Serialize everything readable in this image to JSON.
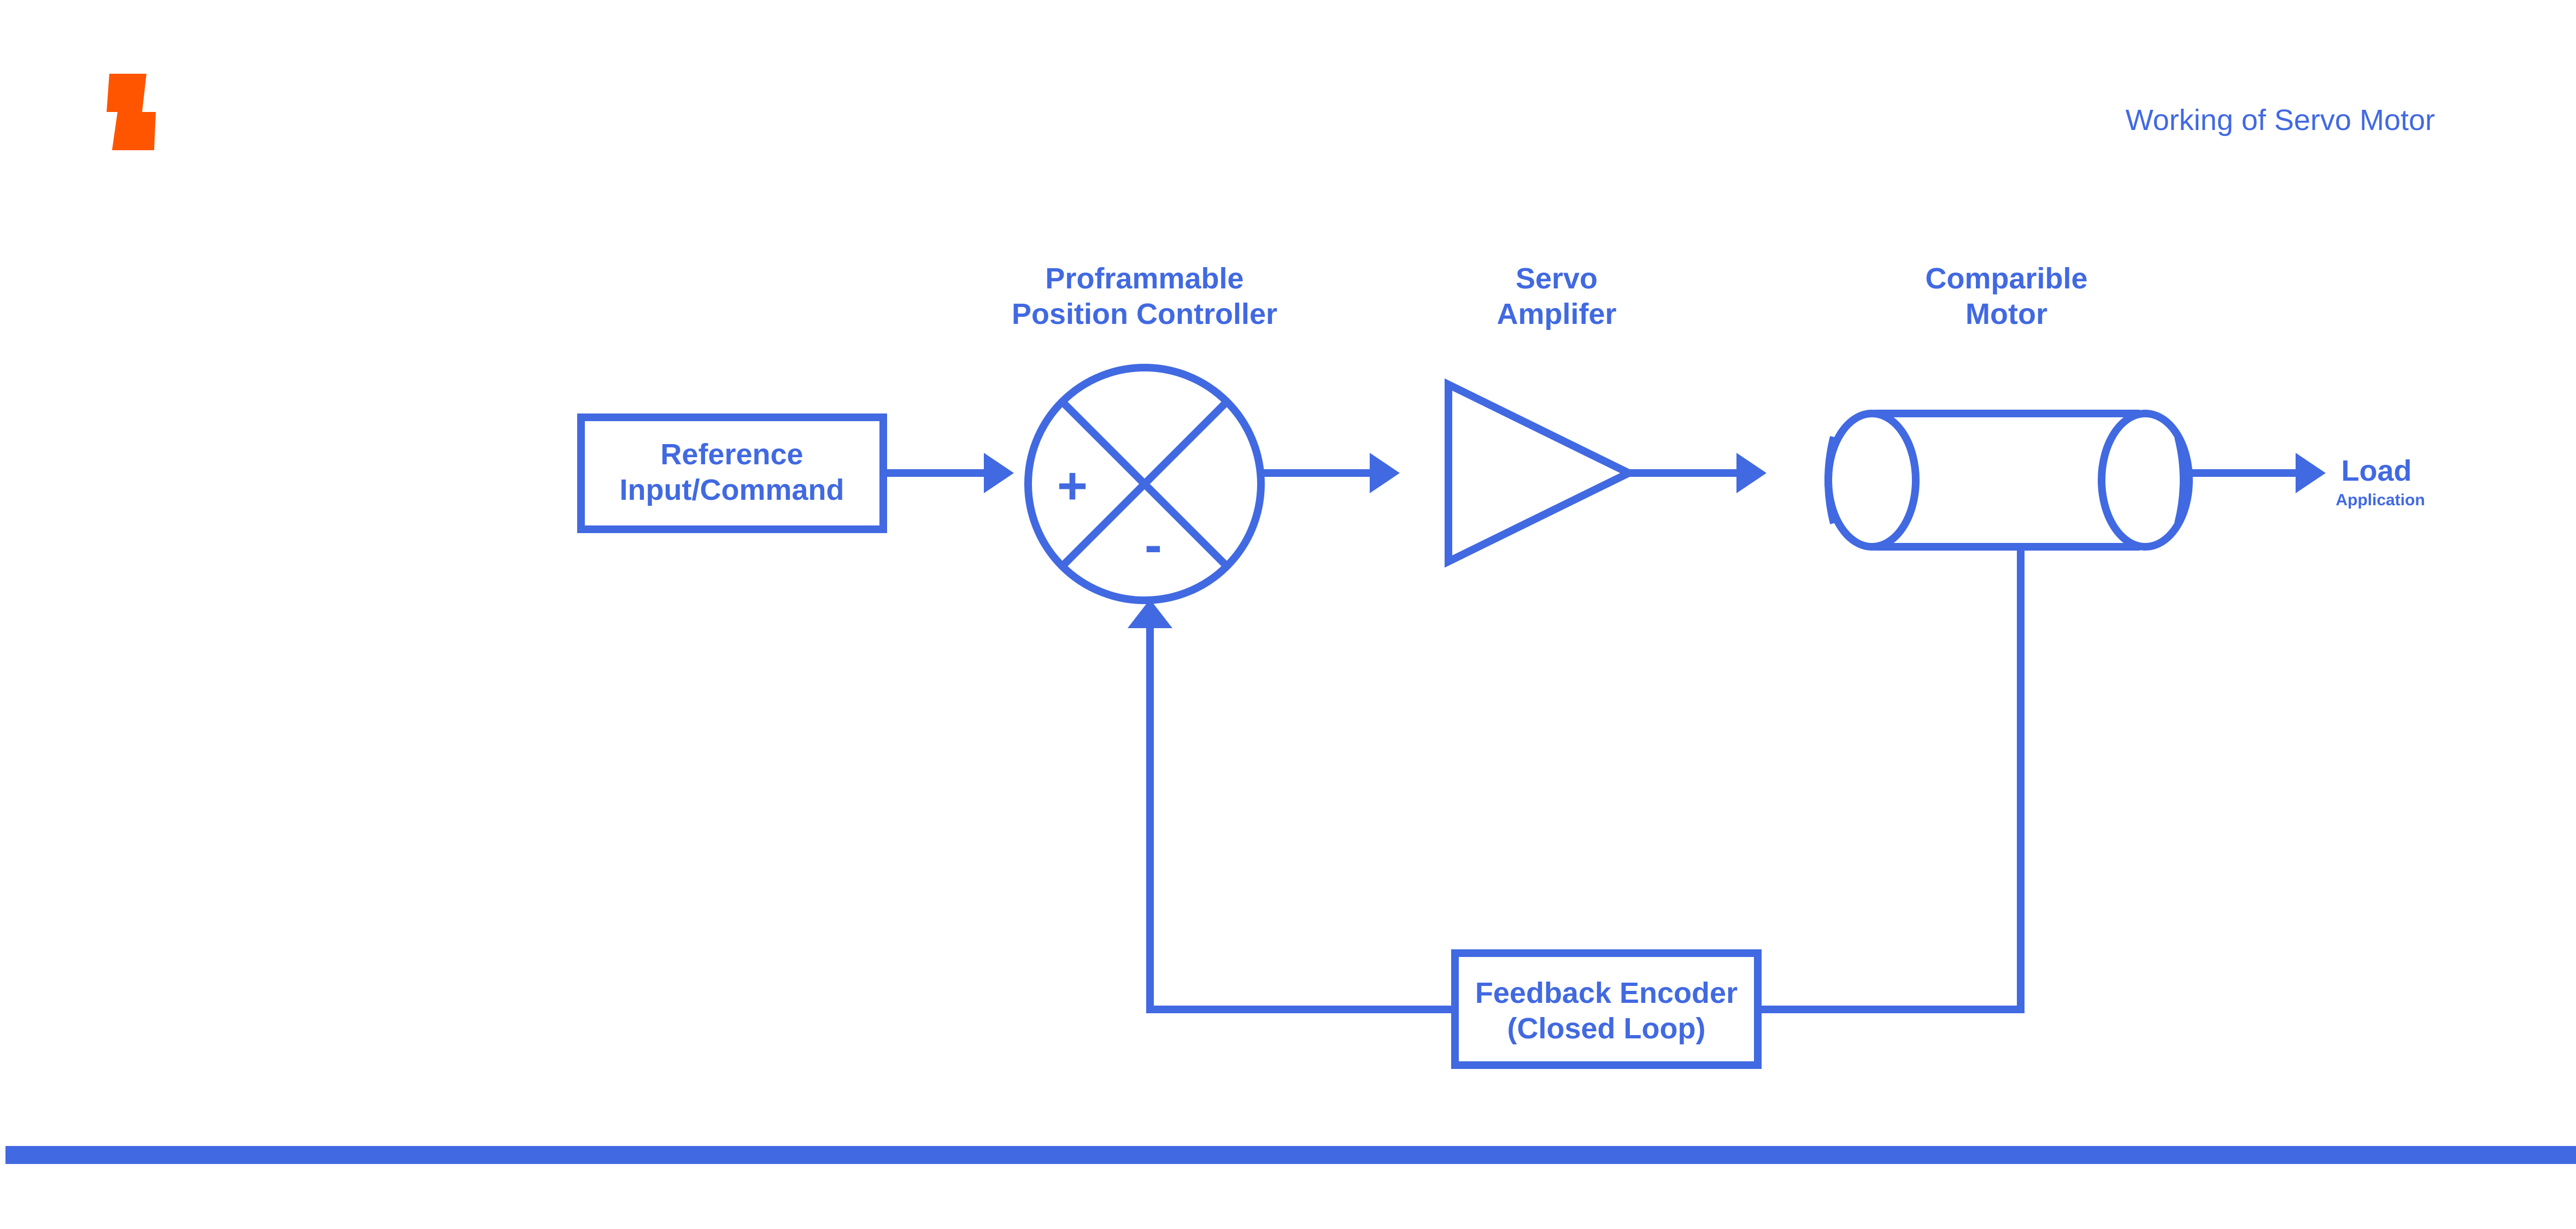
{
  "colors": {
    "primary": "#4169E1",
    "accent": "#FF5500",
    "background": "#FFFFFF"
  },
  "header": {
    "logo_icon": "lightning-bolt-icon",
    "title": "Working of Servo Motor"
  },
  "diagram": {
    "reference": {
      "line1": "Reference",
      "line2": "Input/Command"
    },
    "controller": {
      "line1": "Proframmable",
      "line2": "Position Controller"
    },
    "summing": {
      "plus": "+",
      "minus": "-"
    },
    "amplifier": {
      "line1": "Servo",
      "line2": "Amplifer"
    },
    "motor": {
      "line1": "Comparible",
      "line2": "Motor"
    },
    "load": {
      "title": "Load",
      "subtitle": "Application"
    },
    "feedback": {
      "line1": "Feedback Encoder",
      "line2": "(Closed Loop)"
    }
  }
}
